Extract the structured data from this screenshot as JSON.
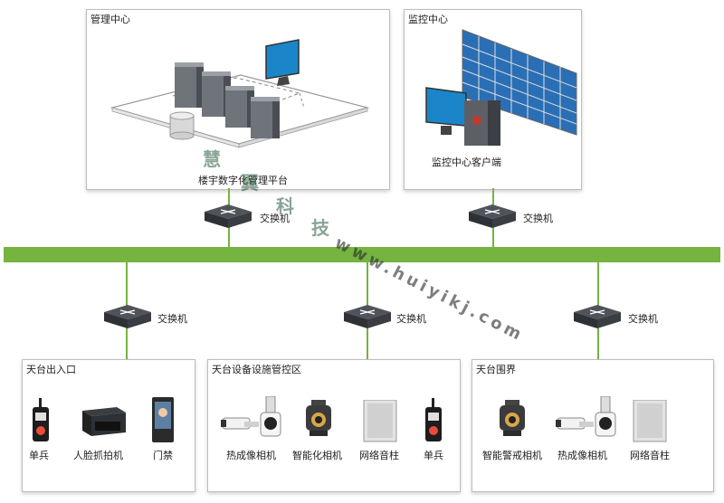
{
  "mgmt_center": {
    "title": "管理中心",
    "platform_label": "楼宇数字化管理平台"
  },
  "monitor_center": {
    "title": "监控中心",
    "client_label": "监控中心客户端"
  },
  "switch_label": "交换机",
  "zones": [
    {
      "title": "天台出入口",
      "devices": [
        "单兵",
        "人脸抓拍机",
        "门禁"
      ]
    },
    {
      "title": "天台设备设施管控区",
      "devices": [
        "热成像相机",
        "智能化相机",
        "网络音柱",
        "单兵"
      ]
    },
    {
      "title": "天台围界",
      "devices": [
        "智能警戒相机",
        "热成像相机",
        "网络音柱"
      ]
    }
  ],
  "watermark": {
    "chars": [
      "慧",
      "翼",
      "科",
      "技"
    ],
    "url": "www.huiyikj.com"
  },
  "colors": {
    "bus": "#74b43f",
    "switch_body": "#3a3d42"
  }
}
